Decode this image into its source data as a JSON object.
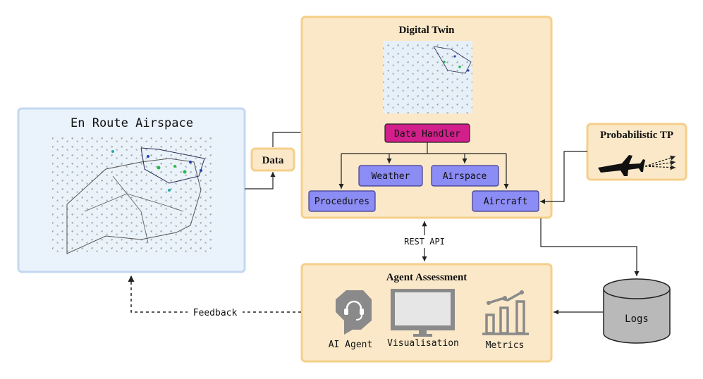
{
  "enroute": {
    "title": "En Route Airspace"
  },
  "data_box": {
    "label": "Data"
  },
  "digital_twin": {
    "title": "Digital Twin",
    "data_handler": "Data Handler",
    "weather": "Weather",
    "airspace": "Airspace",
    "procedures": "Procedures",
    "aircraft": "Aircraft"
  },
  "probabilistic": {
    "title": "Probabilistic TP"
  },
  "rest_api": "REST API",
  "logs": "Logs",
  "feedback": "Feedback",
  "agent_assessment": {
    "title": "Agent Assessment",
    "ai_agent": "AI Agent",
    "visualisation": "Visualisation",
    "metrics": "Metrics"
  },
  "colors": {
    "box_fill": "#fbe8c8",
    "box_stroke": "#f5cf8a",
    "enroute_fill": "#eaf2fc",
    "enroute_stroke": "#c3d8f1",
    "handler_fill": "#d21f8b",
    "module_fill": "#8c8cf5",
    "module_stroke": "#3c3c8e",
    "icon_gray": "#8a8a8a"
  }
}
